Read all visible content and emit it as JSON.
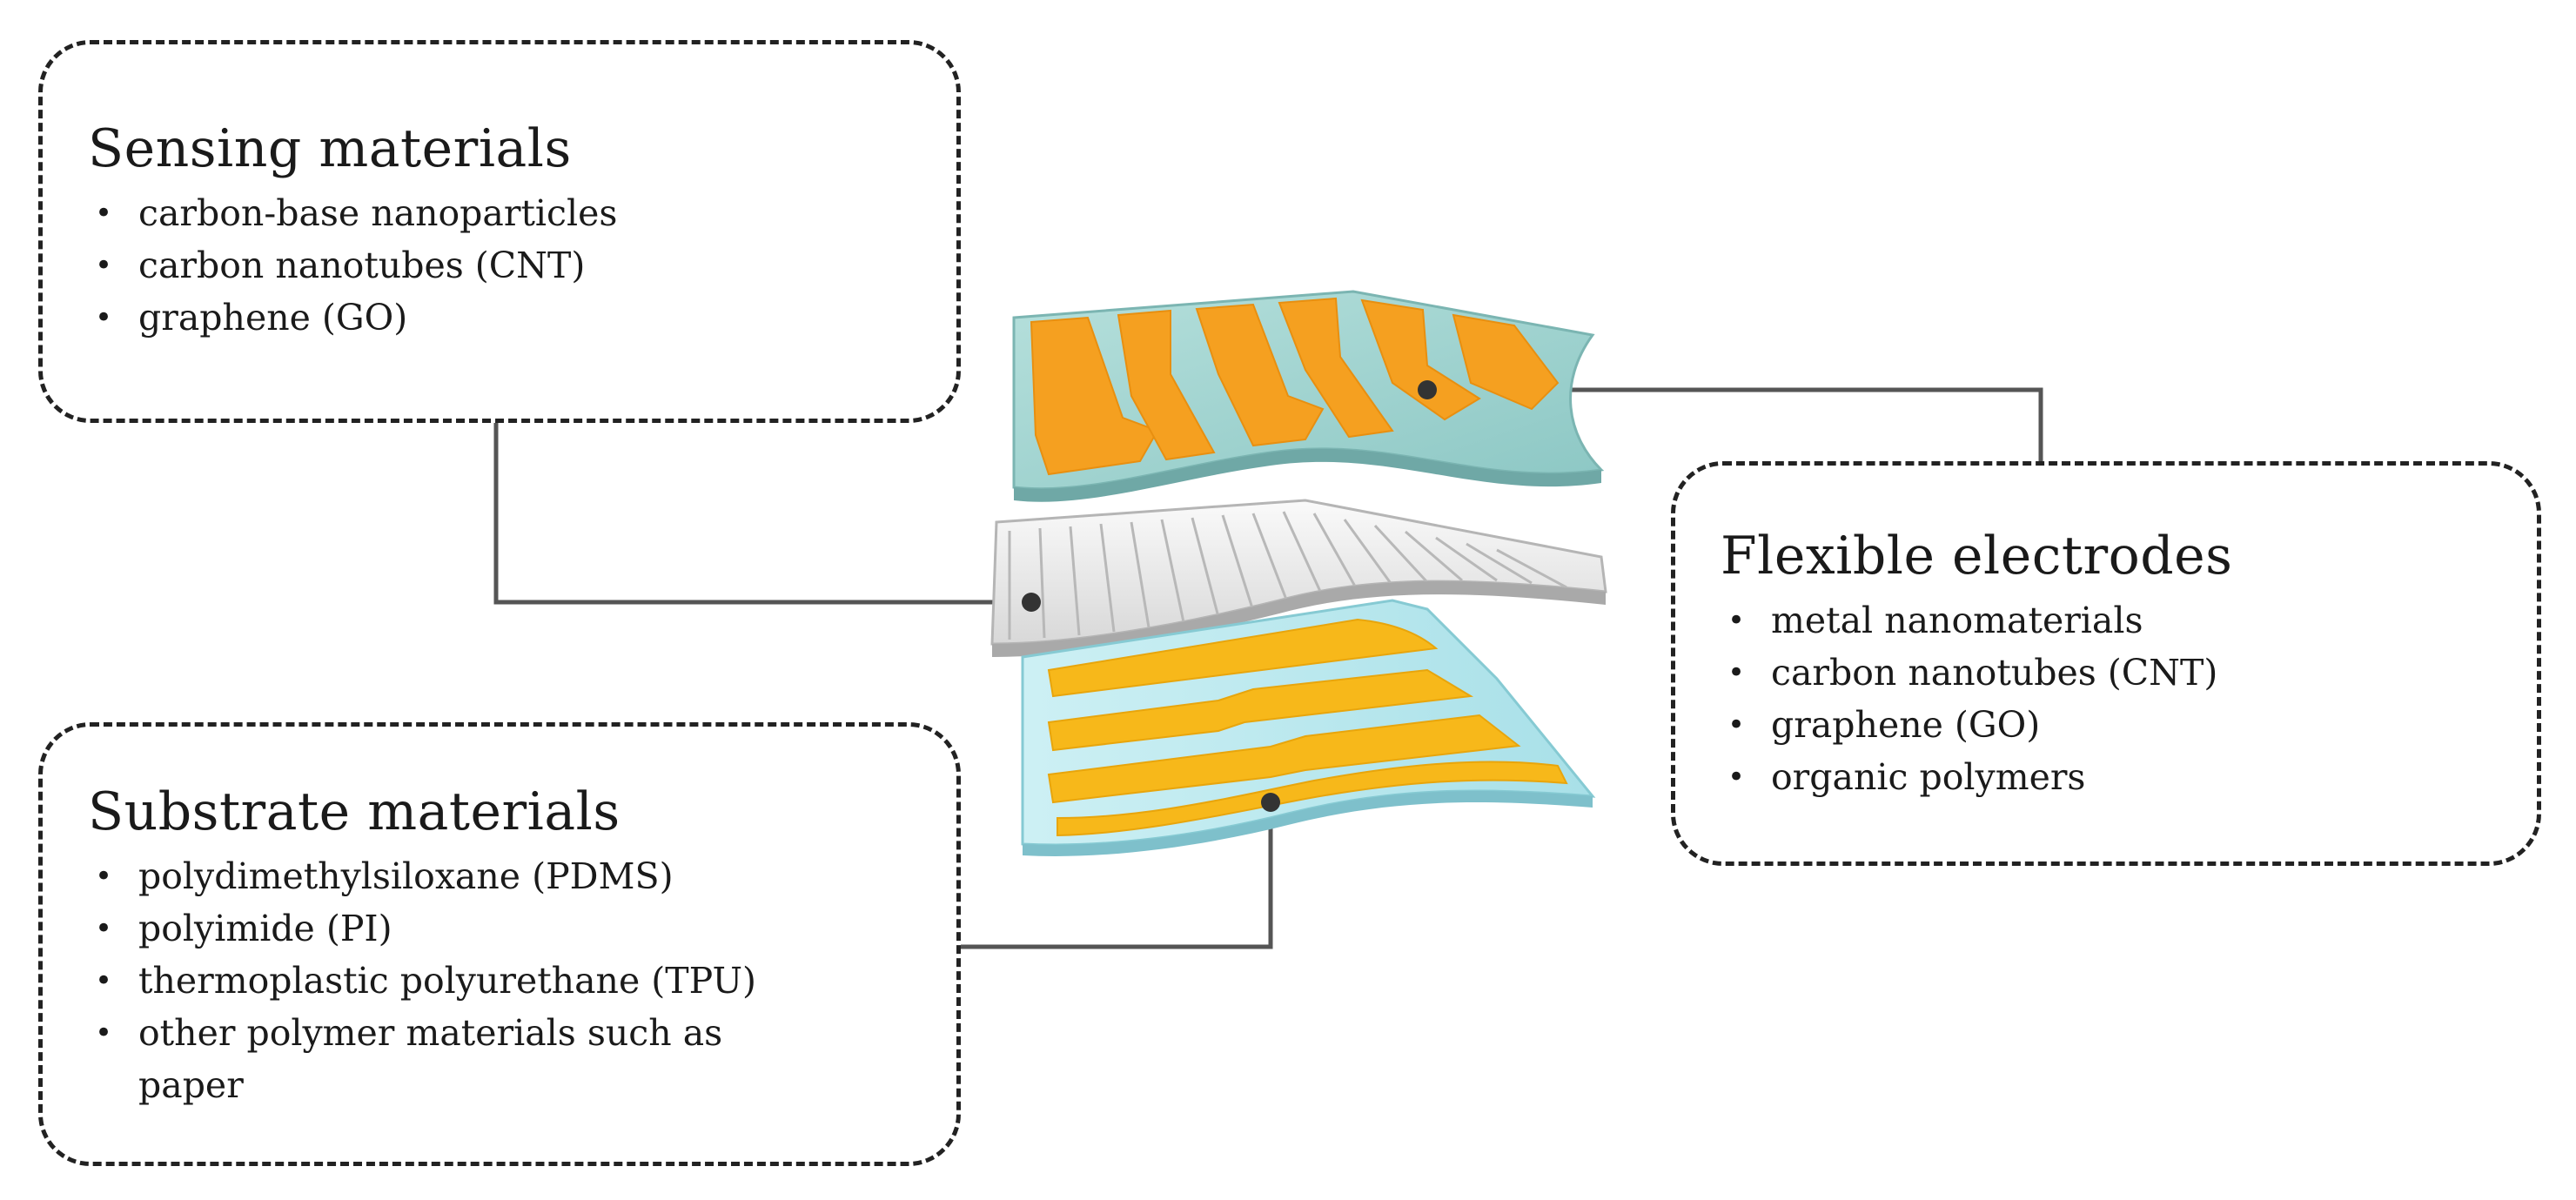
{
  "sensing": {
    "title": "Sensing materials",
    "items": [
      "carbon-base nanoparticles",
      "carbon nanotubes (CNT)",
      "graphene (GO)"
    ]
  },
  "substrate": {
    "title": "Substrate materials",
    "items": [
      "polydimethylsiloxane (PDMS)",
      "polyimide (PI)",
      "thermoplastic polyurethane (TPU)",
      "other polymer materials such as paper"
    ]
  },
  "electrodes": {
    "title": "Flexible electrodes",
    "items": [
      "metal nanomaterials",
      "carbon nanotubes (CNT)",
      "graphene (GO)",
      "organic polymers"
    ]
  },
  "colors": {
    "top_film": "#9fd0cc",
    "top_electrode": "#f5a020",
    "middle_layer": "#e6e6e6",
    "bottom_film": "#bfe9ee",
    "bottom_electrode": "#f7b81a",
    "connector": "#555555"
  }
}
